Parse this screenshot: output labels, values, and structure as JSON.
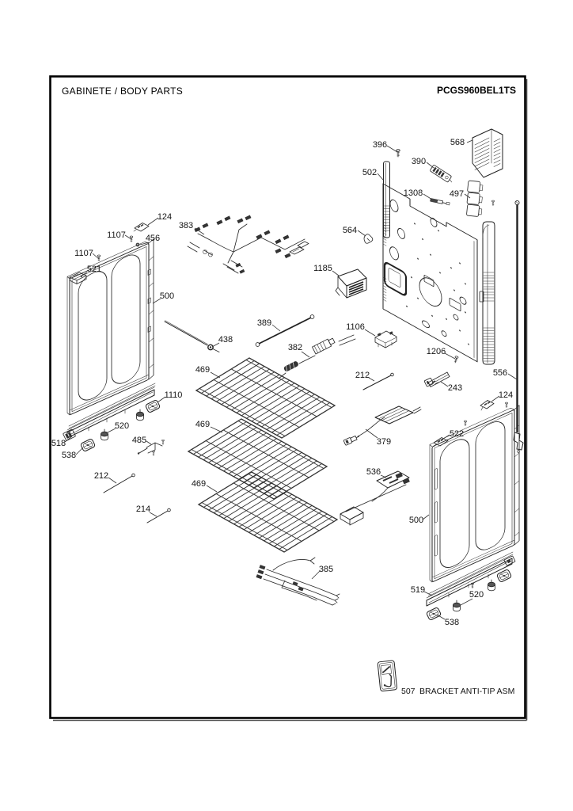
{
  "header": {
    "title": "GABINETE / BODY PARTS",
    "model": "PCGS960BEL1TS"
  },
  "anti_tip_note": {
    "number": "507",
    "text": "BRACKET ANTI-TIP ASM"
  },
  "ink_color": "#222222",
  "parts": {
    "p124": "124",
    "p212": "212",
    "p214": "214",
    "p243": "243",
    "p379": "379",
    "p382": "382",
    "p383": "383",
    "p385": "385",
    "p389": "389",
    "p390": "390",
    "p396": "396",
    "p438": "438",
    "p456": "456",
    "p469": "469",
    "p485": "485",
    "p497": "497",
    "p500": "500",
    "p502": "502",
    "p518": "518",
    "p519": "519",
    "p520": "520",
    "p521": "521",
    "p522": "522",
    "p536": "536",
    "p538": "538",
    "p556": "556",
    "p564": "564",
    "p568": "568",
    "p1106": "1106",
    "p1107": "1107",
    "p1110": "1110",
    "p1185": "1185",
    "p1206": "1206",
    "p1308": "1308"
  }
}
